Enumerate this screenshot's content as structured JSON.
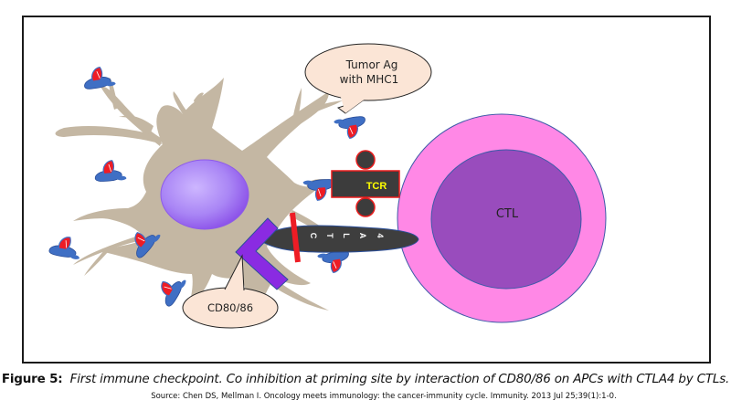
{
  "diagram": {
    "labels": {
      "tumor_ag_line1": "Tumor Ag",
      "tumor_ag_line2": "with MHC1",
      "tcr": "TCR",
      "ctl": "CTL",
      "ctla4_letters": [
        "C",
        "T",
        "L",
        "A",
        "4"
      ],
      "cd80_86": "CD80/86"
    },
    "entities": [
      "dendritic cell (APC)",
      "APC nucleus",
      "tumor antigen with MHC1",
      "TCR",
      "CTLA4",
      "CD80/86",
      "CTL",
      "CTL nucleus",
      "inhibition bar"
    ],
    "colors": {
      "apc_body": "#c4b7a3",
      "apc_nucleus": "#a97cf0",
      "mhc_blue": "#3f6fc4",
      "antigen_red": "#ee1c25",
      "tcr_body": "#3c3c3c",
      "tcr_border": "#e81c1c",
      "tcr_text": "#ffff00",
      "ctla4": "#3e3e3e",
      "cd80_86": "#8a2be2",
      "ctl_outer": "#ff88e6",
      "ctl_inner": "#994cbd",
      "callout_fill": "#fbe5d6"
    }
  },
  "caption": {
    "figure_label": "Figure 5:",
    "figure_text": "First immune checkpoint. Co inhibition at priming site by interaction of CD80/86 on APCs with CTLA4 by CTLs.",
    "source": "Source: Chen DS, Mellman I. Oncology meets immunology: the cancer-immunity cycle. Immunity.  2013 Jul 25;39(1):1-0."
  }
}
